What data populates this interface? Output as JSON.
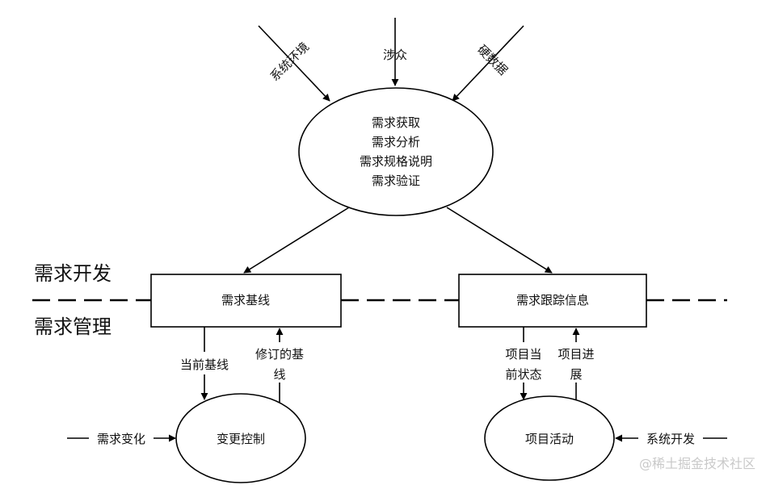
{
  "top_inputs": {
    "env": "系统环境",
    "stakeholders": "涉众",
    "hard_data": "硬数据"
  },
  "process": {
    "lines": [
      "需求获取",
      "需求分析",
      "需求规格说明",
      "需求验证"
    ]
  },
  "sections": {
    "dev": "需求开发",
    "mgmt": "需求管理"
  },
  "boxes": {
    "baseline": "需求基线",
    "tracking": "需求跟踪信息"
  },
  "flows": {
    "current_baseline": "当前基线",
    "revised_baseline_1": "修订的基",
    "revised_baseline_2": "线",
    "project_state_1": "项目当",
    "project_state_2": "前状态",
    "project_progress_1": "项目进",
    "project_progress_2": "展",
    "req_change": "需求变化",
    "sys_dev": "系统开发"
  },
  "ellipses": {
    "change_control": "变更控制",
    "project_activity": "项目活动"
  },
  "watermark": "@稀土掘金技术社区"
}
